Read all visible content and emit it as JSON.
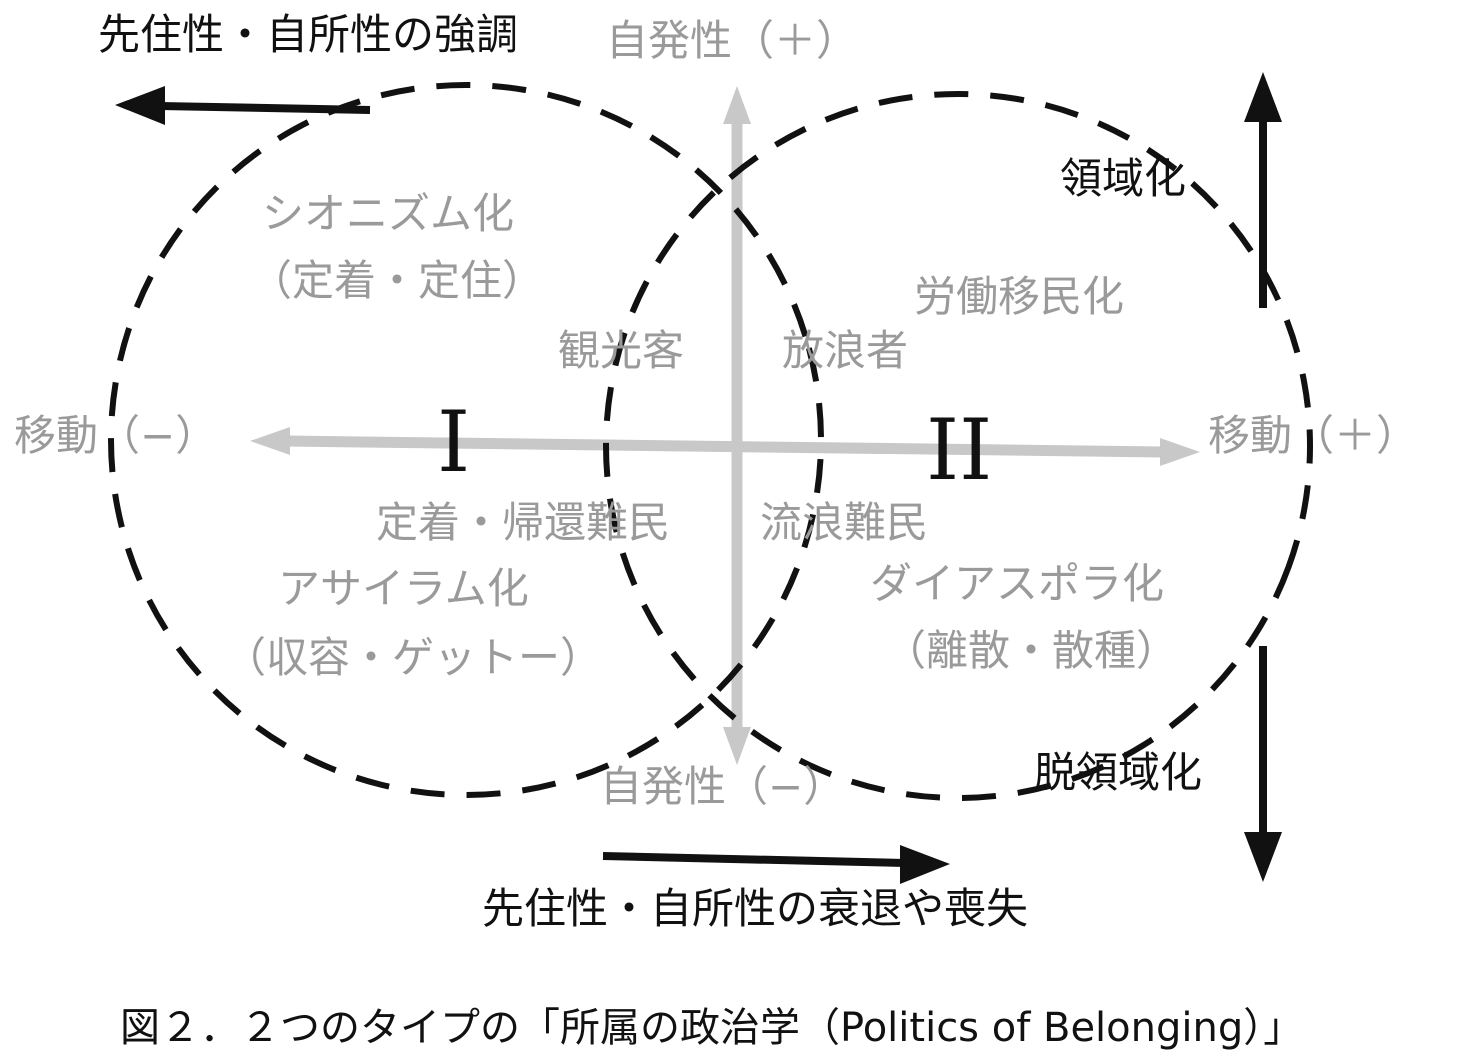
{
  "axes": {
    "spontaneity_pos": "自発性（＋）",
    "spontaneity_neg": "自発性（−）",
    "mobility_neg": "移動（−）",
    "mobility_pos": "移動（＋）"
  },
  "regions": {
    "one": "I",
    "two": "II"
  },
  "labels": {
    "zionism_1": "シオニズム化",
    "zionism_2": "（定着・定住）",
    "tourist": "観光客",
    "wanderer": "放浪者",
    "labor_migration": "労働移民化",
    "settle_return_refugee": "定着・帰還難民",
    "wandering_refugee": "流浪難民",
    "asylum_1": "アサイラム化",
    "asylum_2": "（収容・ゲットー）",
    "diaspora_1": "ダイアスポラ化",
    "diaspora_2": "（離散・散種）"
  },
  "arrows": {
    "emphasis": "先住性・自所性の強調",
    "decline": "先住性・自所性の衰退や喪失",
    "territorialization": "領域化",
    "deterritorialization": "脱領域化"
  },
  "caption": "図２．２つのタイプの「所属の政治学（Politics of Belonging）」",
  "colors": {
    "axis": "#c8c8c8",
    "label_gray": "#9a9a9a",
    "ink": "#111111"
  }
}
